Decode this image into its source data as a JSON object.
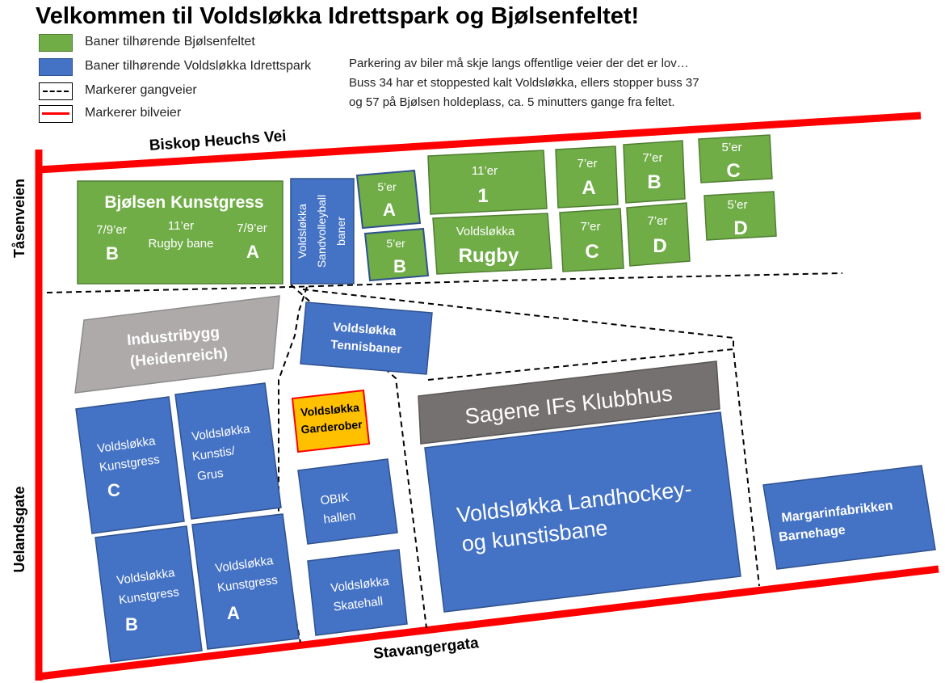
{
  "title": "Velkommen til Voldsløkka Idrettspark og Bjølsenfeltet!",
  "legend": [
    {
      "label": "Baner tilhørende Bjølsenfeltet",
      "swatch": "green"
    },
    {
      "label": "Baner tilhørende Voldsløkka Idrettspark",
      "swatch": "blue"
    },
    {
      "label": "Markerer gangveier",
      "swatch": "dashed-line"
    },
    {
      "label": "Markerer bilveier",
      "swatch": "red-line"
    }
  ],
  "info": [
    "Parkering av biler må skje langs offentlige veier der det er lov…",
    "Buss 34 har et stoppested kalt Voldsløkka, ellers stopper buss 37",
    "og 57 på Bjølsen holdeplass, ca. 5 minutters gange fra feltet."
  ],
  "roads": {
    "top": "Biskop Heuchs Vei",
    "left_upper": "Tåsenveien",
    "left_lower": "Uelandsgate",
    "bottom": "Stavangergata"
  },
  "fields": {
    "bjolsen_kunstgress": {
      "title": "Bjølsen Kunstgress",
      "left_type": "7/9’er",
      "left_letter": "B",
      "mid_type": "11’er",
      "mid_label": "Rugby bane",
      "right_type": "7/9’er",
      "right_letter": "A"
    },
    "sandvolleyball": {
      "lines": [
        "Voldsløkka",
        "Sandvolleyball",
        "baner"
      ]
    },
    "five_a": {
      "type": "5’er",
      "letter": "A"
    },
    "five_b": {
      "type": "5’er",
      "letter": "B"
    },
    "eleven_1": {
      "type": "11’er",
      "number": "1"
    },
    "rugby": {
      "line1": "Voldsløkka",
      "line2": "Rugby"
    },
    "seven_a": {
      "type": "7’er",
      "letter": "A"
    },
    "seven_b": {
      "type": "7’er",
      "letter": "B"
    },
    "seven_c": {
      "type": "7’er",
      "letter": "C"
    },
    "seven_d": {
      "type": "7’er",
      "letter": "D"
    },
    "five_c": {
      "type": "5’er",
      "letter": "C"
    },
    "five_d": {
      "type": "5’er",
      "letter": "D"
    }
  },
  "buildings": {
    "industribygg": {
      "line1": "Industribygg",
      "line2": "(Heidenreich)"
    },
    "tennis": {
      "line1": "Voldsløkka",
      "line2": "Tennisbaner"
    },
    "garderober": {
      "line1": "Voldsløkka",
      "line2": "Garderober"
    },
    "klubbhus": {
      "label": "Sagene IFs Klubbhus"
    },
    "kunstgress_c": {
      "line1": "Voldsløkka",
      "line2": "Kunstgress",
      "letter": "C"
    },
    "kunstis_grus": {
      "line1": "Voldsløkka",
      "line2": "Kunstis/",
      "line3": "Grus"
    },
    "kunstgress_b": {
      "line1": "Voldsløkka",
      "line2": "Kunstgress",
      "letter": "B"
    },
    "kunstgress_a": {
      "line1": "Voldsløkka",
      "line2": "Kunstgress",
      "letter": "A"
    },
    "obik": {
      "line1": "OBIK",
      "line2": "hallen"
    },
    "skatehall": {
      "line1": "Voldsløkka",
      "line2": "Skatehall"
    },
    "landhockey": {
      "line1": "Voldsløkka Landhockey-",
      "line2": "og kunstisbane"
    },
    "barnehage": {
      "line1": "Margarinfabrikken",
      "line2": "Barnehage"
    }
  },
  "colors": {
    "green": "#70ad47",
    "blue": "#4472c4",
    "grey": "#aeaaaa",
    "dark_grey": "#767171",
    "orange": "#ffc000",
    "road": "#ff0000"
  }
}
